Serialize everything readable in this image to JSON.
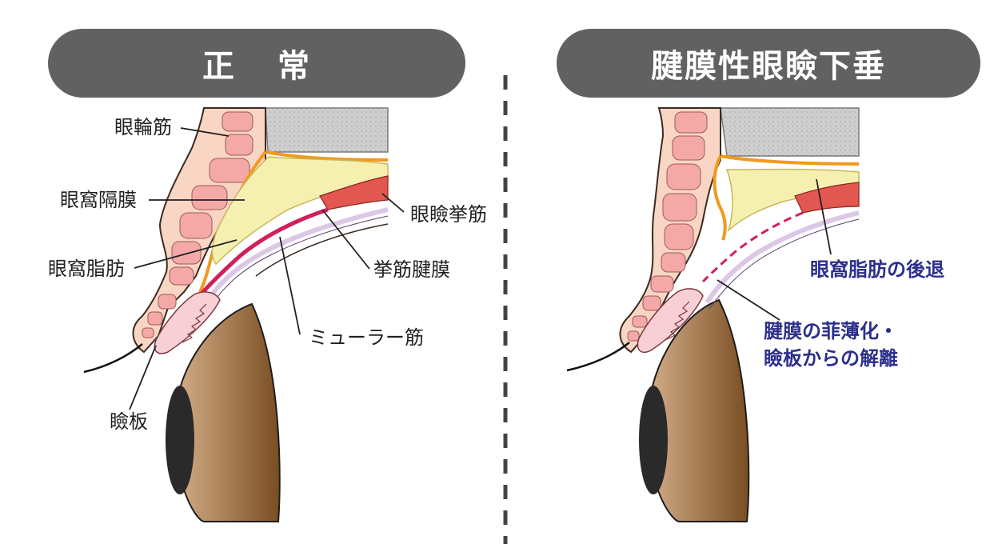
{
  "left_panel": {
    "title_chars": [
      "正",
      "常"
    ],
    "labels": {
      "orbicularis": "眼輪筋",
      "septum": "眼窩隔膜",
      "fat": "眼窩脂肪",
      "levator": "眼瞼挙筋",
      "aponeurosis": "挙筋腱膜",
      "muller": "ミューラー筋",
      "tarsus": "瞼板"
    }
  },
  "right_panel": {
    "title": "腱膜性眼瞼下垂",
    "labels": {
      "fat_retreat": "眼窩脂肪の後退",
      "thinning_line1": "腱膜の菲薄化・",
      "thinning_line2": "瞼板からの解離"
    }
  },
  "colors": {
    "pill_bg": "#616161",
    "skin": "#f9d6c4",
    "muscle_pink": "#f4a9a8",
    "fat_yellow": "#f6f0b0",
    "septum_orange": "#f19a1e",
    "bone_grey": "#cfcfcf",
    "levator_red": "#e2574f",
    "aponeurosis_magenta": "#d21f5b",
    "muller_lilac": "#dcc7e6",
    "eye_brown": "#8a5a2b",
    "pupil": "#2a2a2a",
    "annotation_blue": "#2b2f8c",
    "divider": "#444444"
  }
}
